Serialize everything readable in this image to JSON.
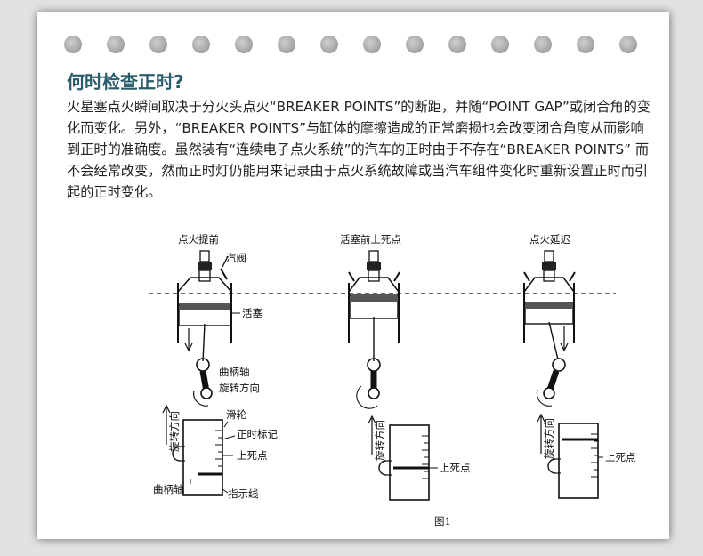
{
  "title": "何时检查正时?",
  "paragraph": "火星塞点火瞬间取决于分火头点火“BREAKER POINTS”的断距，并随“POINT GAP”或闭合角的变化而变化。另外，“BREAKER POINTS”与缸体的摩擦造成的正常磨损也会改变闭合角度从而影响到正时的准确度。虽然装有“连续电子点火系统”的汽车的正时由于不存在“BREAKER POINTS” 而不会经常改变，然而正时灯仍能用来记录由于点火系统故障或当汽车组件变化时重新设置正时而引起的正时变化。",
  "diagram": {
    "panels": [
      {
        "title": "点火提前"
      },
      {
        "title": "活塞前上死点"
      },
      {
        "title": "点火延迟"
      }
    ],
    "labels": {
      "valve": "汽阀",
      "piston": "活塞",
      "crankshaft": "曲柄轴",
      "rotation_direction": "旋转方向",
      "pulley": "滑轮",
      "timing_mark": "正时标记",
      "tdc": "上死点",
      "indicator_line": "指示线"
    },
    "caption": "图1"
  }
}
